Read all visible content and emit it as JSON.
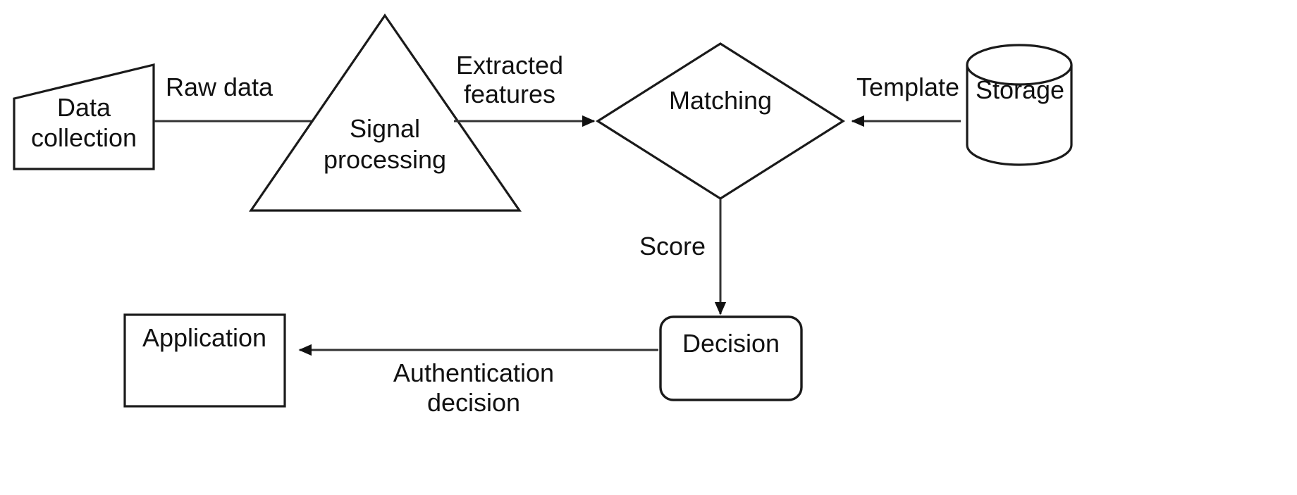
{
  "diagram": {
    "title": "Biometric authentication system block diagram",
    "background_color": "#ffffff",
    "stroke_color": "#1a1a1a",
    "text_color": "#111111",
    "nodes": [
      {
        "id": "data-collection",
        "label_line1": "Data",
        "label_line2": "collection",
        "shape": "slanted-quadrilateral"
      },
      {
        "id": "signal-processing",
        "label_line1": "Signal",
        "label_line2": "processing",
        "shape": "triangle"
      },
      {
        "id": "matching",
        "label_line1": "Matching",
        "label_line2": "",
        "shape": "diamond"
      },
      {
        "id": "storage",
        "label_line1": "Storage",
        "label_line2": "",
        "shape": "cylinder"
      },
      {
        "id": "decision",
        "label_line1": "Decision",
        "label_line2": "",
        "shape": "rounded-rectangle"
      },
      {
        "id": "application",
        "label_line1": "Application",
        "label_line2": "",
        "shape": "rectangle"
      }
    ],
    "edges": [
      {
        "id": "raw-data",
        "from": "data-collection",
        "to": "signal-processing",
        "label_line1": "Raw data",
        "label_line2": "",
        "direction": "right"
      },
      {
        "id": "extracted-features",
        "from": "signal-processing",
        "to": "matching",
        "label_line1": "Extracted",
        "label_line2": "features",
        "direction": "right"
      },
      {
        "id": "template",
        "from": "storage",
        "to": "matching",
        "label_line1": "Template",
        "label_line2": "",
        "direction": "left"
      },
      {
        "id": "score",
        "from": "matching",
        "to": "decision",
        "label_line1": "Score",
        "label_line2": "",
        "direction": "down"
      },
      {
        "id": "authentication-decision",
        "from": "decision",
        "to": "application",
        "label_line1": "Authentication",
        "label_line2": "decision",
        "direction": "left"
      }
    ]
  }
}
